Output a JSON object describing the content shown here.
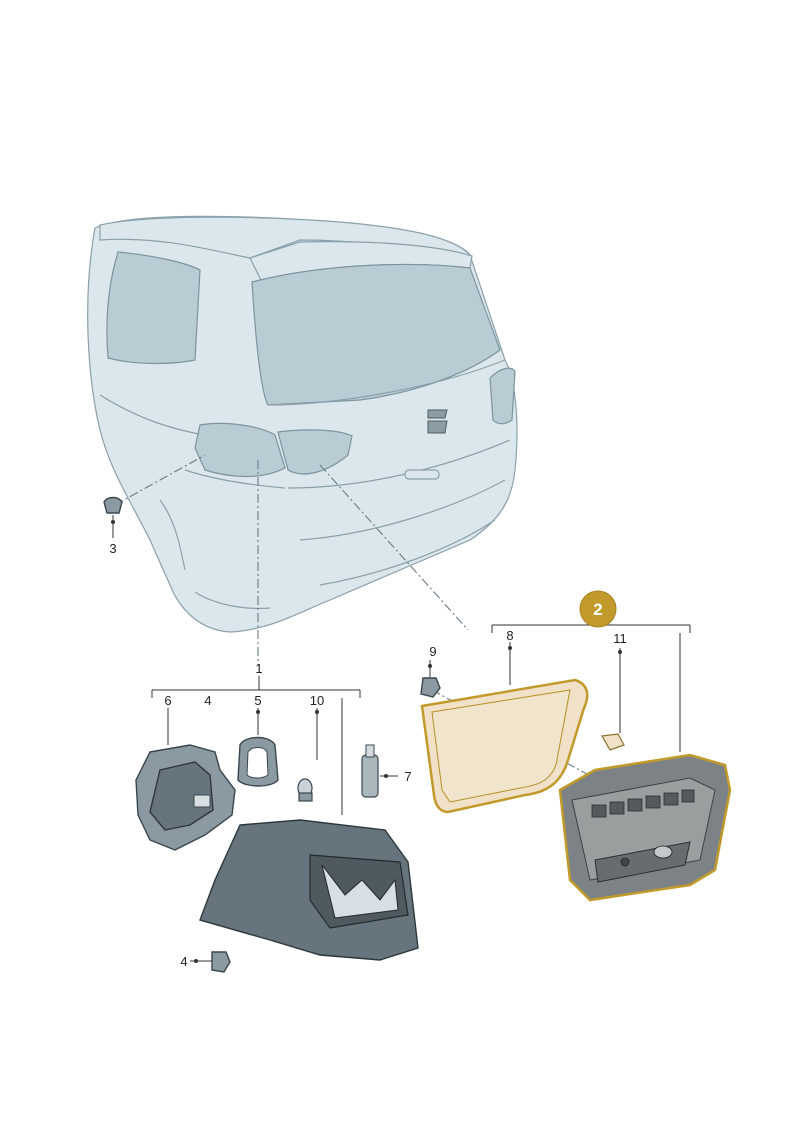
{
  "callouts": {
    "c1": "1",
    "c2": "2",
    "c3": "3",
    "c4a": "4",
    "c4b": "4",
    "c5": "5",
    "c6": "6",
    "c7": "7",
    "c8": "8",
    "c9": "9",
    "c10": "10",
    "c11": "11"
  },
  "colors": {
    "vehicle_fill": "#dbe7ec",
    "vehicle_glass": "#b9ccd4",
    "part_fill": "#8b9aa2",
    "highlight_stroke": "#c19a2b",
    "highlight_fill": "#f0e1c8",
    "badge": "#c19a2b"
  },
  "icons": {
    "brand_emblem": "seat-logo-icon"
  }
}
